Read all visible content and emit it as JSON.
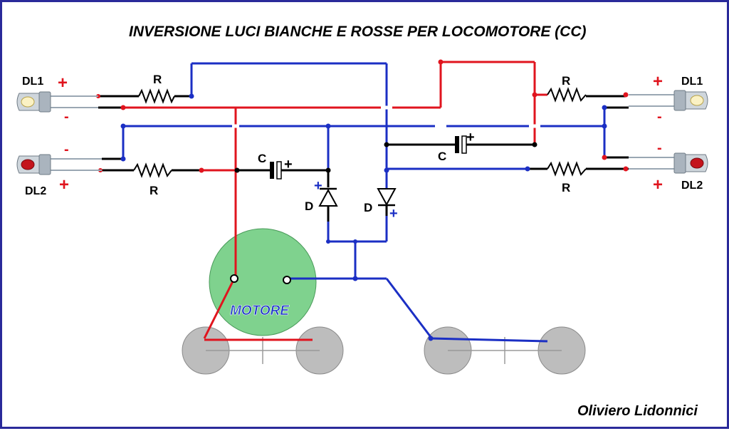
{
  "title": "INVERSIONE LUCI BIANCHE E ROSSE PER LOCOMOTORE (CC)",
  "author": "Oliviero Lidonnici",
  "motor_label": "MOTORE",
  "labels": {
    "dl1": "DL1",
    "dl2": "DL2",
    "resistor": "R",
    "capacitor": "C",
    "diode": "D",
    "plus": "+",
    "minus": "-"
  },
  "colors": {
    "positive_wire": "#e0141e",
    "negative_wire": "#1b2fc4",
    "common_wire": "#000000",
    "motor": "#7fd28e",
    "wheels": "#bdbdbd",
    "led_white": "#fbf2c4",
    "led_red": "#c4141c"
  }
}
